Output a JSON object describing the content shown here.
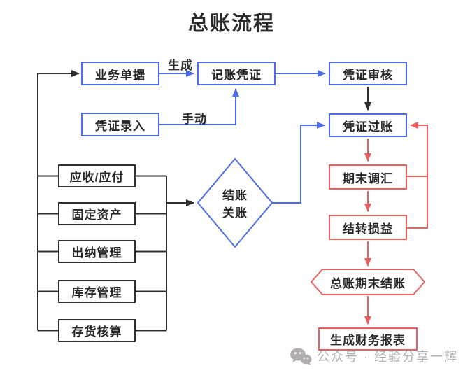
{
  "title": "总账流程",
  "colors": {
    "blue_accent": "#4d6bee",
    "red_accent": "#ed5e5e",
    "black_line": "#2f2f2f",
    "watermark_gray": "#b2aeae"
  },
  "nodes": {
    "business_doc": "业务单据",
    "bookkeeping_voucher": "记账凭证",
    "voucher_review": "凭证审核",
    "voucher_entry": "凭证录入",
    "voucher_posting": "凭证过账",
    "period_end_revaluation": "期末调汇",
    "transfer_profit_loss": "结转损益",
    "gl_period_end_closing": "总账期末结账",
    "generate_financial_reports": "生成财务报表",
    "closing_decision_line1": "结账",
    "closing_decision_line2": "关账",
    "subledgers": [
      "应收/应付",
      "固定资产",
      "出纳管理",
      "库存管理",
      "存货核算"
    ]
  },
  "edge_labels": {
    "generate": "生成",
    "manual": "手动"
  },
  "watermark": {
    "icon": "wechat-icon",
    "text": "公众号 · 经验分享一辉"
  }
}
